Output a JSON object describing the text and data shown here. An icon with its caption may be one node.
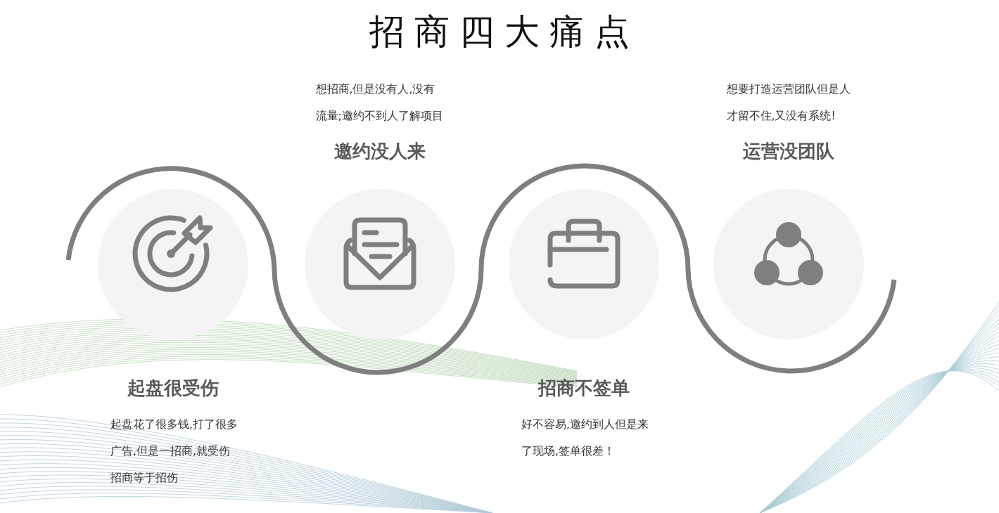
{
  "diagram": {
    "title": "招商四大痛点",
    "nodes": [
      {
        "text": [
          "起盘很受伤"
        ]
      },
      {
        "text": [
          "想招商,但是没有人,没有流量;邀约不到人了解项目",
          "邀约没人来"
        ]
      },
      {
        "text": [
          "招商不签单"
        ]
      },
      {
        "text": [
          "想要打造运营团队但是人才留不住,又没有系统!",
          "运营没团队"
        ]
      }
    ],
    "labels": [
      "起盘花了很多钱,打了很多广告,但是一招商,就受伤招商等于招伤",
      "好不容易,邀约到人但是来了现场,签单很差！"
    ]
  }
}
